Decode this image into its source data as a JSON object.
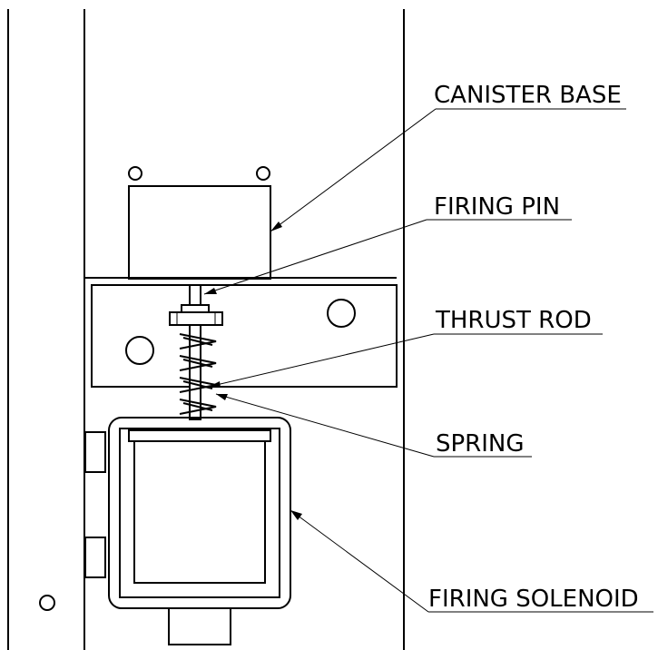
{
  "labels": {
    "canister_base": "CANISTER BASE",
    "firing_pin": "FIRING PIN",
    "thrust_rod": "THRUST ROD",
    "spring": "SPRING",
    "firing_solenoid": "FIRING SOLENOID"
  }
}
